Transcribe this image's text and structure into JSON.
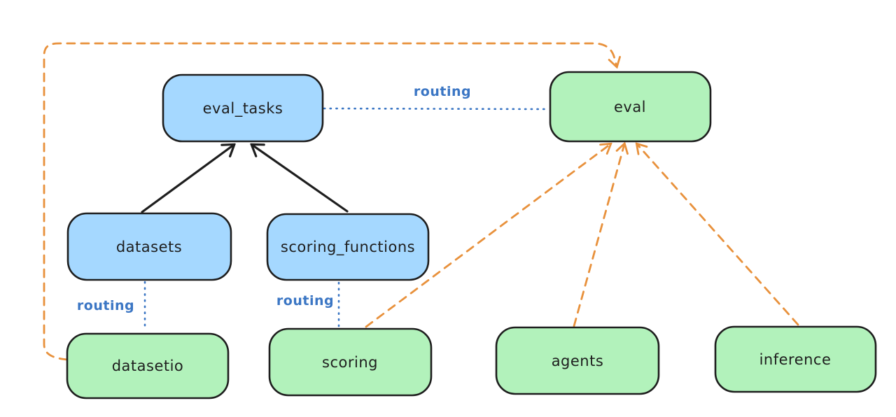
{
  "diagram": {
    "description": "Architecture diagram of eval resources and APIs with routing relationships",
    "nodes": [
      {
        "id": "eval_tasks",
        "label": "eval_tasks",
        "kind": "resource"
      },
      {
        "id": "eval",
        "label": "eval",
        "kind": "api"
      },
      {
        "id": "datasets",
        "label": "datasets",
        "kind": "resource"
      },
      {
        "id": "scoring_functions",
        "label": "scoring_functions",
        "kind": "resource"
      },
      {
        "id": "datasetio",
        "label": "datasetio",
        "kind": "api"
      },
      {
        "id": "scoring",
        "label": "scoring",
        "kind": "api"
      },
      {
        "id": "agents",
        "label": "agents",
        "kind": "api"
      },
      {
        "id": "inference",
        "label": "inference",
        "kind": "api"
      }
    ],
    "edges": [
      {
        "from": "datasets",
        "to": "eval_tasks",
        "style": "solid-arrow",
        "label": ""
      },
      {
        "from": "scoring_functions",
        "to": "eval_tasks",
        "style": "solid-arrow",
        "label": ""
      },
      {
        "from": "eval_tasks",
        "to": "eval",
        "style": "dotted",
        "label": "routing"
      },
      {
        "from": "datasets",
        "to": "datasetio",
        "style": "dotted",
        "label": "routing"
      },
      {
        "from": "scoring_functions",
        "to": "scoring",
        "style": "dotted",
        "label": "routing"
      },
      {
        "from": "datasetio",
        "to": "eval",
        "style": "dashed-arrow",
        "label": ""
      },
      {
        "from": "scoring",
        "to": "eval",
        "style": "dashed-arrow",
        "label": ""
      },
      {
        "from": "agents",
        "to": "eval",
        "style": "dashed-arrow",
        "label": ""
      },
      {
        "from": "inference",
        "to": "eval",
        "style": "dashed-arrow",
        "label": ""
      }
    ],
    "labels": {
      "routing": "routing"
    },
    "colors": {
      "resource_fill": "#a5d8ff",
      "api_fill": "#b2f2bb",
      "node_stroke": "#1e1e1e",
      "solid_edge": "#1e1e1e",
      "routing_edge": "#3b76c4",
      "provider_edge": "#e8913c",
      "background": "#ffffff"
    }
  }
}
